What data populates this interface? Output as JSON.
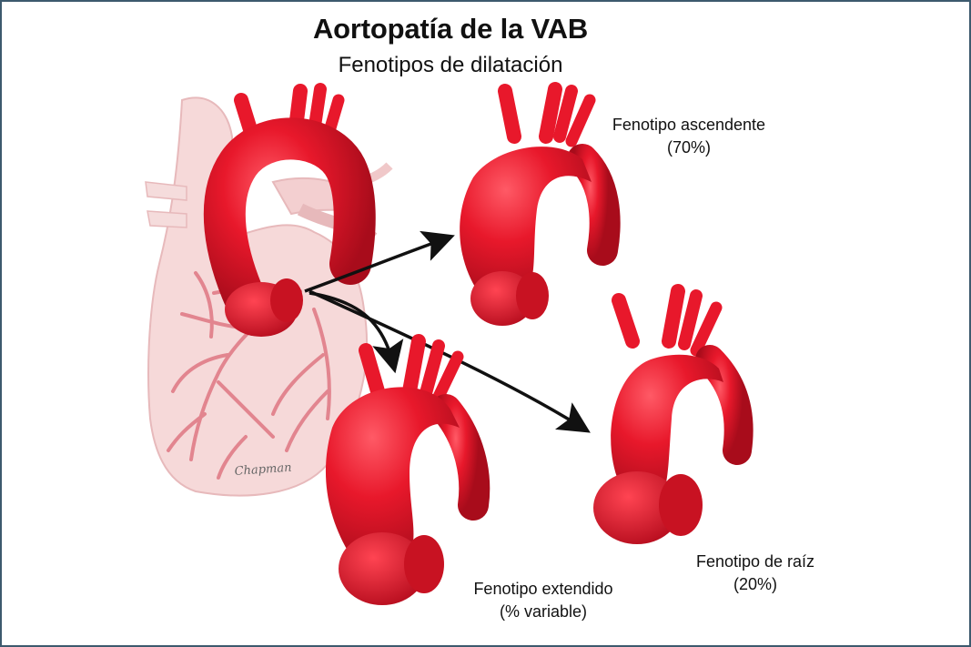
{
  "title": "Aortopatía de la VAB",
  "subtitle": "Fenotipos de dilatación",
  "phenotypes": {
    "ascendente": {
      "name": "Fenotipo ascendente",
      "value": "(70%)"
    },
    "raiz": {
      "name": "Fenotipo de raíz",
      "value": "(20%)"
    },
    "extendido": {
      "name": "Fenotipo extendido",
      "value": "(% variable)"
    }
  },
  "signature": "Chapman",
  "colors": {
    "aorta": "#e8182b",
    "aorta_dark": "#b00d1d",
    "heart": "#f6d9d9",
    "vessel": "#e2858f",
    "arrow": "#111111",
    "border": "#3d5a6e"
  }
}
